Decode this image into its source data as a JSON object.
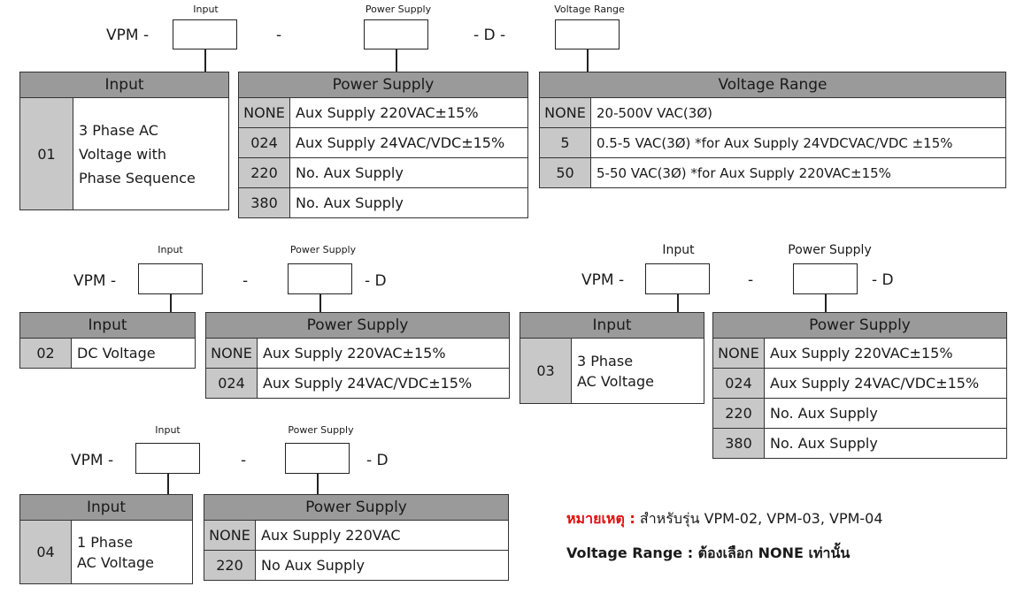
{
  "prefix": "VPM -",
  "labels": {
    "input": "Input",
    "power": "Power Supply",
    "range": "Voltage Range"
  },
  "sep": {
    "dash": "-",
    "d_mid": "- D -",
    "d_end": "- D"
  },
  "model1": {
    "input": {
      "header": "Input",
      "code": "01",
      "desc": [
        "3 Phase AC",
        "Voltage with",
        "Phase Sequence"
      ]
    },
    "power": {
      "header": "Power Supply",
      "rows": [
        [
          "NONE",
          "Aux Supply 220VAC±15%"
        ],
        [
          "024",
          "Aux Supply 24VAC/VDC±15%"
        ],
        [
          "220",
          "No. Aux Supply"
        ],
        [
          "380",
          "No. Aux Supply"
        ]
      ]
    },
    "range": {
      "header": "Voltage Range",
      "rows": [
        [
          "NONE",
          "20-500V VAC(3Ø)"
        ],
        [
          "5",
          "0.5-5 VAC(3Ø) *for Aux Supply 24VDCVAC/VDC ±15%"
        ],
        [
          "50",
          "5-50 VAC(3Ø) *for Aux Supply 220VAC±15%"
        ]
      ]
    }
  },
  "model2": {
    "input": {
      "header": "Input",
      "code": "02",
      "desc": [
        "DC Voltage"
      ]
    },
    "power": {
      "header": "Power Supply",
      "rows": [
        [
          "NONE",
          "Aux Supply 220VAC±15%"
        ],
        [
          "024",
          "Aux Supply 24VAC/VDC±15%"
        ]
      ]
    }
  },
  "model3": {
    "input": {
      "header": "Input",
      "code": "03",
      "desc": [
        "3 Phase",
        "AC Voltage"
      ]
    },
    "power": {
      "header": "Power Supply",
      "rows": [
        [
          "NONE",
          "Aux Supply 220VAC±15%"
        ],
        [
          "024",
          "Aux Supply 24VAC/VDC±15%"
        ],
        [
          "220",
          "No. Aux Supply"
        ],
        [
          "380",
          "No. Aux Supply"
        ]
      ]
    }
  },
  "model4": {
    "input": {
      "header": "Input",
      "code": "04",
      "desc": [
        "1 Phase",
        "AC Voltage"
      ]
    },
    "power": {
      "header": "Power Supply",
      "rows": [
        [
          "NONE",
          "Aux Supply 220VAC"
        ],
        [
          "220",
          "No Aux Supply"
        ]
      ]
    }
  },
  "note": {
    "label": "หมายเหตุ :",
    "text": "สำหรับรุ่น VPM-02, VPM-03, VPM-04",
    "line2": "Voltage Range : ต้องเลือก NONE เท่านั้น"
  }
}
